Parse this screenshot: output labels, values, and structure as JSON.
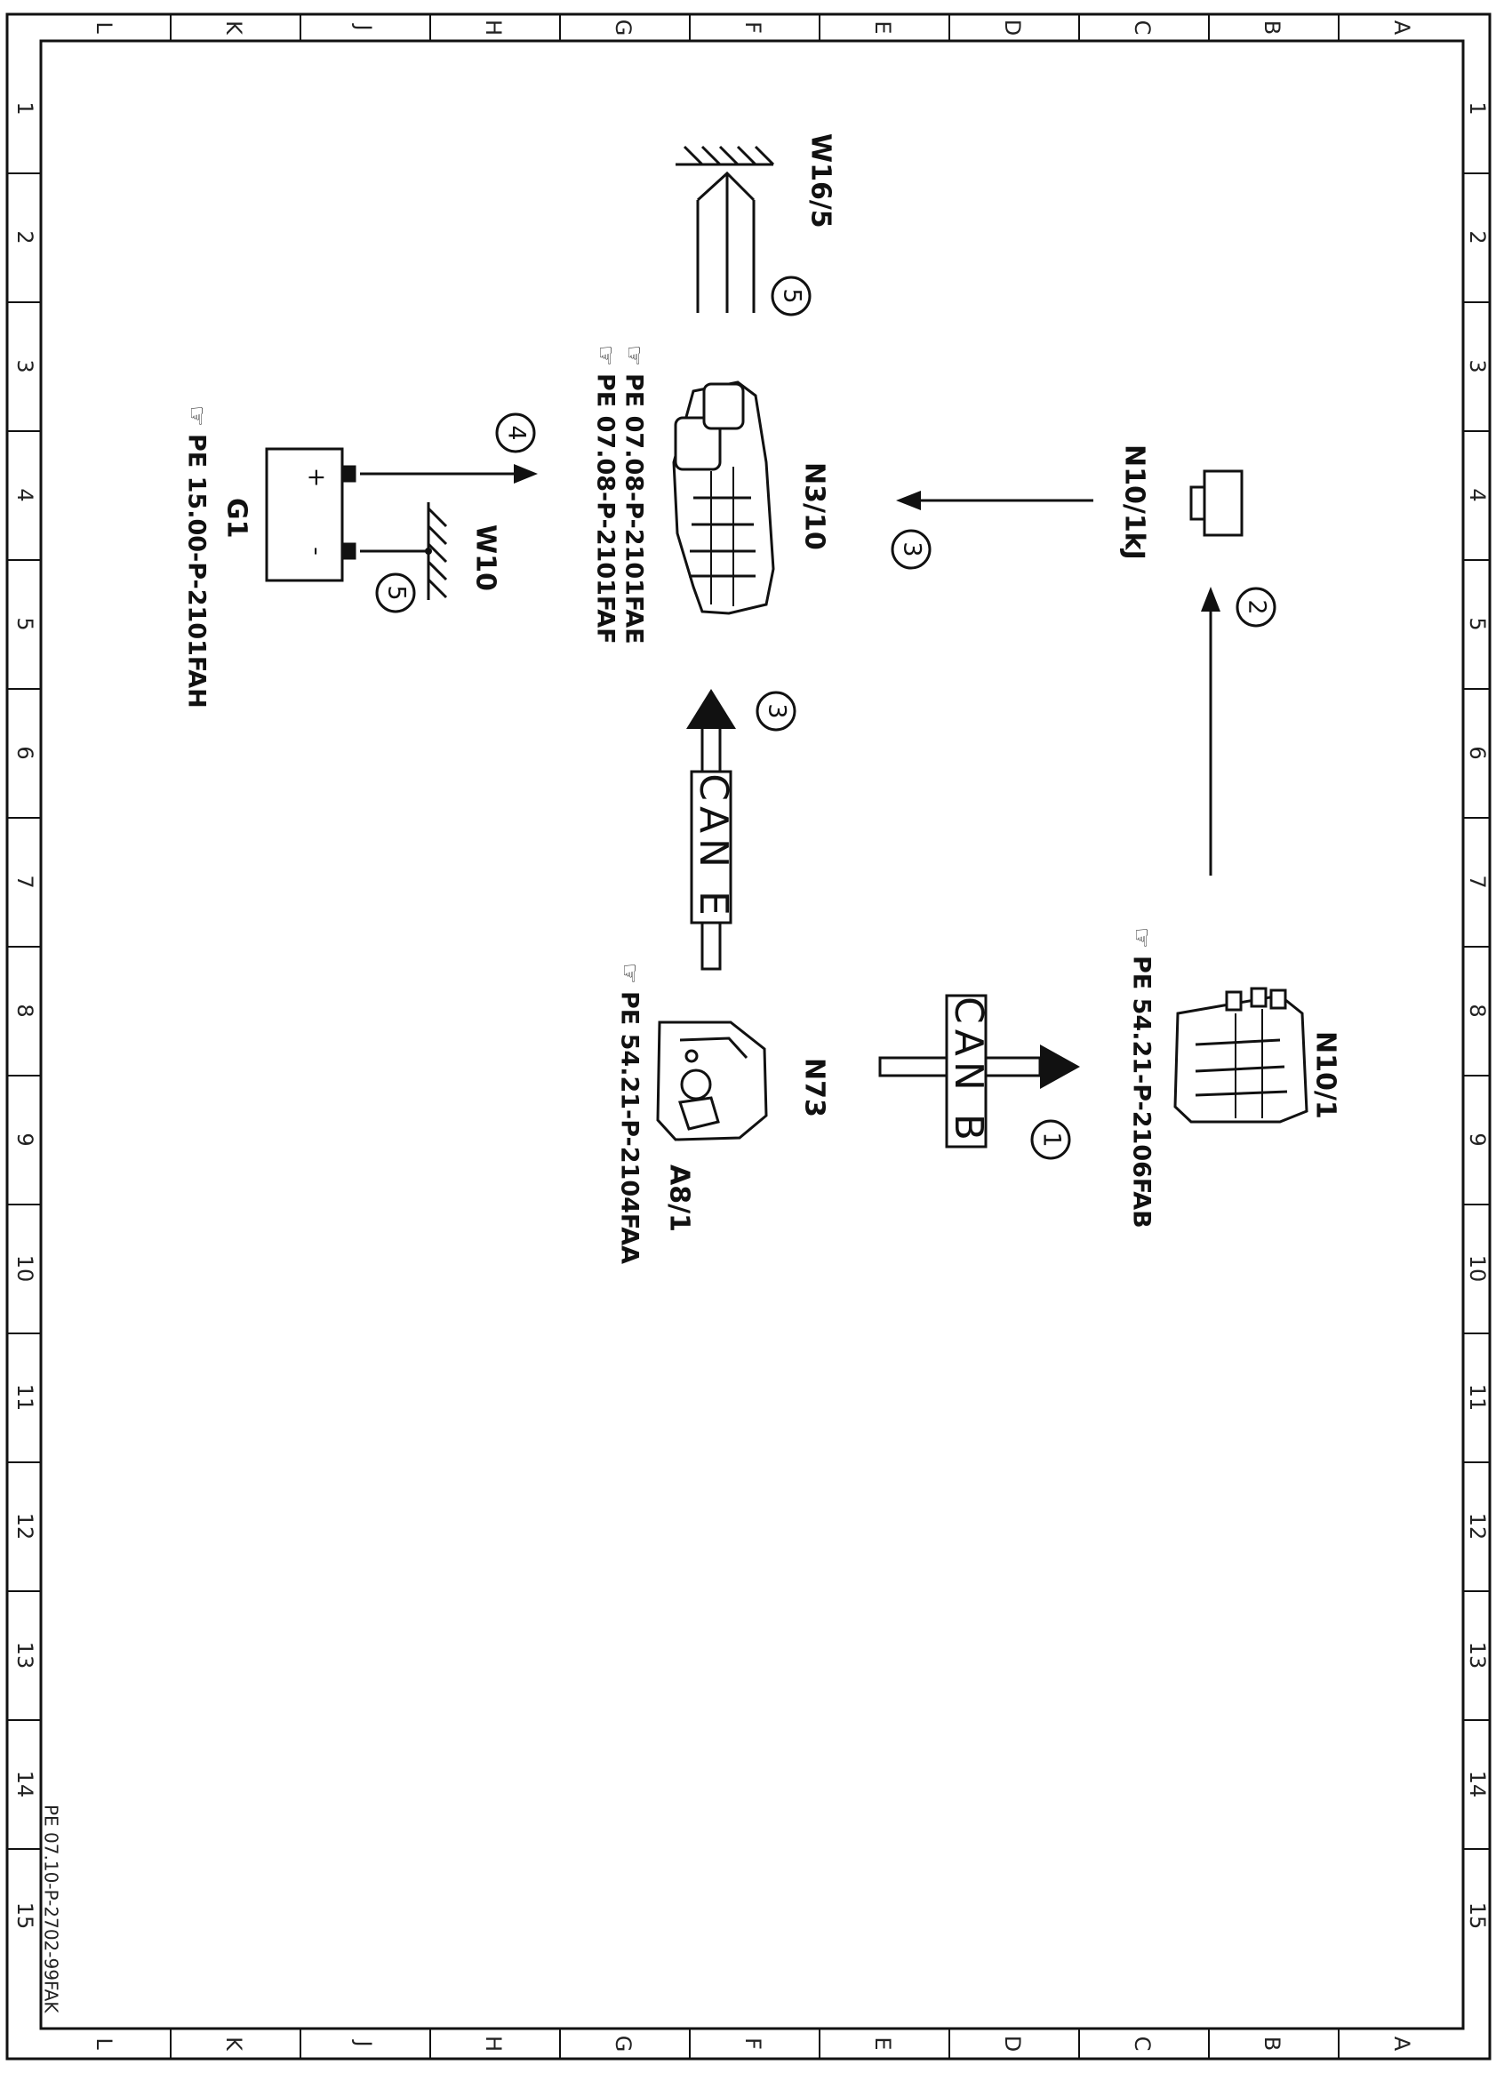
{
  "document": {
    "id": "PE 07.10-P-2702-99FAK",
    "grid_letters": [
      "L",
      "K",
      "J",
      "H",
      "G",
      "F",
      "E",
      "D",
      "C",
      "B",
      "A"
    ],
    "grid_numbers": [
      "1",
      "2",
      "3",
      "4",
      "5",
      "6",
      "7",
      "8",
      "9",
      "10",
      "11",
      "12",
      "13",
      "14",
      "15"
    ]
  },
  "components": {
    "w16": "W16/5",
    "n310": "N3/10",
    "n310_refs": [
      "PE 07.08-P-2101FAE",
      "PE 07.08-P-2101FAF"
    ],
    "g1": "G1",
    "g1_ref": "PE 15.00-P-2101FAH",
    "w10": "W10",
    "n10kj": "N10/1kJ",
    "n73": "N73",
    "a81": "A8/1",
    "n73_ref": "PE 54.21-P-2104FAA",
    "n101": "N10/1",
    "n101_ref": "PE 54.21-P-2106FAB",
    "battery_plus": "+",
    "battery_minus": "-"
  },
  "buses": {
    "can_e": "CAN E",
    "can_b": "CAN B"
  },
  "steps": {
    "s1": "1",
    "s2": "2",
    "s3a": "3",
    "s3b": "3",
    "s4": "4",
    "s5a": "5",
    "s5b": "5"
  }
}
